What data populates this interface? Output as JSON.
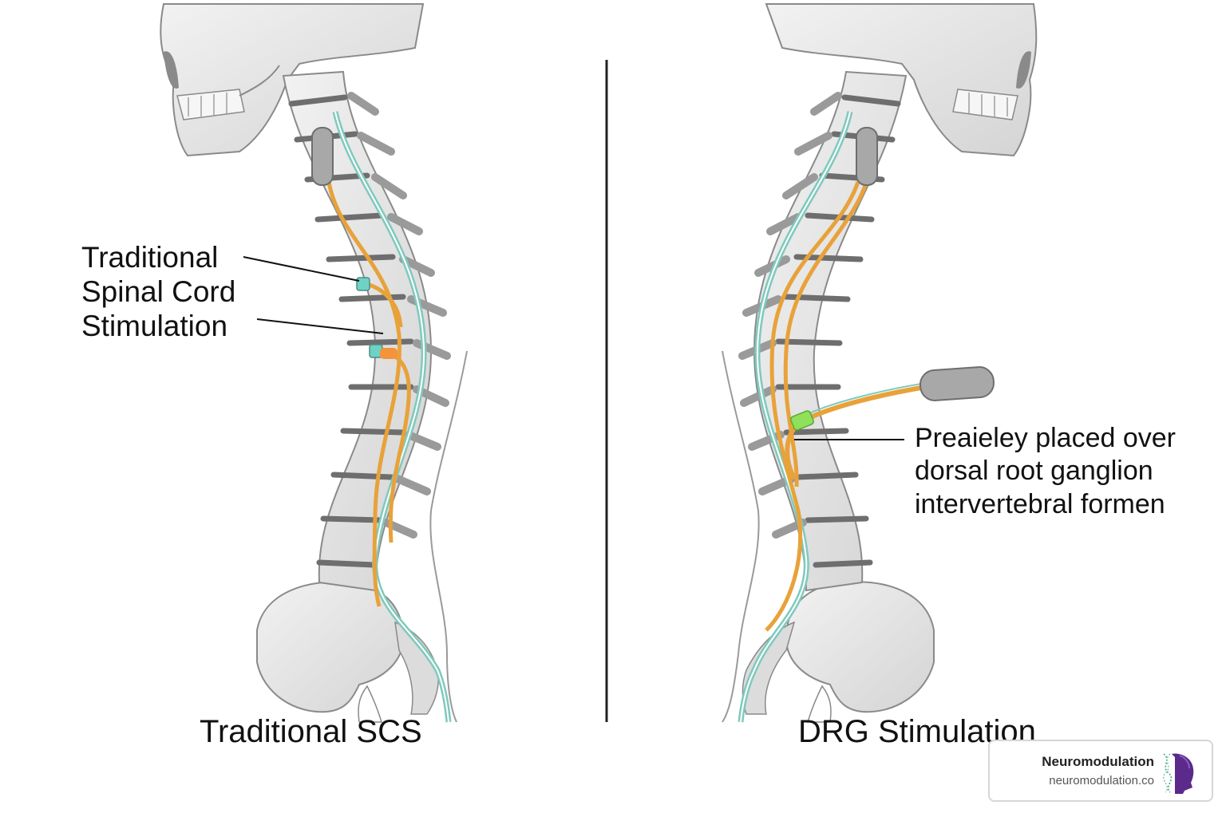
{
  "left_panel": {
    "label": "Traditional\nSpinal Cord\nStimulation",
    "caption": "Traditional SCS"
  },
  "right_panel": {
    "label": "Preaieley placed over\ndorsal root ganglion\nintervertebral formen",
    "caption": "DRG Stimulation"
  },
  "brand": {
    "name": "Neuromodulation",
    "url": "neuromodulation.co"
  },
  "colors": {
    "bone": "#e6e6e6",
    "bone_outline": "#8a8a8a",
    "disc": "#6e6e6e",
    "spinal_cord": "#7fc9bd",
    "lead": "#e8a23a",
    "generator": "#a8a8a8",
    "drg_marker": "#8fe05a",
    "contact_teal": "#6fd2c4",
    "contact_orange": "#f4933a",
    "logo_purple": "#5b2a8a"
  },
  "icons": {
    "logo": "dna-head-icon"
  }
}
